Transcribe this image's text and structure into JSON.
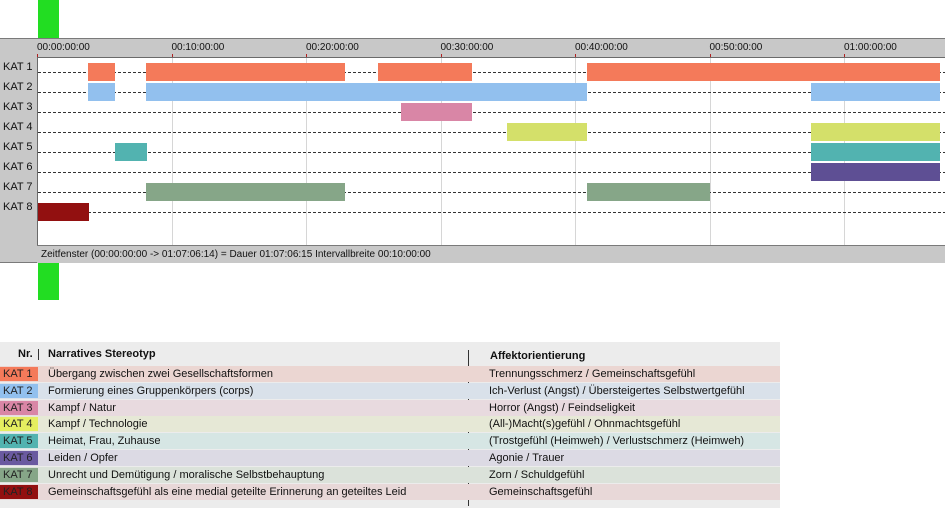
{
  "timeline": {
    "ticks": [
      "00:00:00:00",
      "00:10:00:00",
      "00:20:00:00",
      "00:30:00:00",
      "00:40:00:00",
      "00:50:00:00",
      "01:00:00:00"
    ],
    "categories": [
      "KAT 1",
      "KAT 2",
      "KAT 3",
      "KAT 4",
      "KAT 5",
      "KAT 6",
      "KAT 7",
      "KAT 8"
    ],
    "status_text": "Zeitfenster (00:00:00:00 -> 01:07:06:14) = Dauer 01:07:06:15    Intervallbreite 00:10:00:00",
    "bars": [
      {
        "cat": 0,
        "start": 3.7,
        "end": 5.7,
        "color": "#f47a5a"
      },
      {
        "cat": 0,
        "start": 8.0,
        "end": 22.8,
        "color": "#f47a5a"
      },
      {
        "cat": 0,
        "start": 25.3,
        "end": 32.3,
        "color": "#f47a5a"
      },
      {
        "cat": 0,
        "start": 40.8,
        "end": 67.1,
        "color": "#f47a5a"
      },
      {
        "cat": 1,
        "start": 3.7,
        "end": 5.7,
        "color": "#92c0ee"
      },
      {
        "cat": 1,
        "start": 8.0,
        "end": 40.8,
        "color": "#92c0ee"
      },
      {
        "cat": 1,
        "start": 57.5,
        "end": 67.1,
        "color": "#92c0ee"
      },
      {
        "cat": 2,
        "start": 27.0,
        "end": 32.3,
        "color": "#d986a6"
      },
      {
        "cat": 3,
        "start": 34.9,
        "end": 40.8,
        "color": "#d4e06a"
      },
      {
        "cat": 3,
        "start": 57.5,
        "end": 67.1,
        "color": "#d4e06a"
      },
      {
        "cat": 4,
        "start": 5.7,
        "end": 8.1,
        "color": "#52b3b0"
      },
      {
        "cat": 4,
        "start": 57.5,
        "end": 67.1,
        "color": "#52b3b0"
      },
      {
        "cat": 5,
        "start": 57.5,
        "end": 67.1,
        "color": "#5e4f94"
      },
      {
        "cat": 6,
        "start": 8.0,
        "end": 22.8,
        "color": "#86a688"
      },
      {
        "cat": 6,
        "start": 40.8,
        "end": 50.0,
        "color": "#86a688"
      },
      {
        "cat": 7,
        "start": 0.0,
        "end": 3.8,
        "color": "#921010"
      }
    ],
    "duration_minutes": 67.1
  },
  "legend": {
    "header_nr": "Nr.",
    "header_stereotyp": "Narratives Stereotyp",
    "header_affekt": "Affektorientierung",
    "rows": [
      {
        "tag": "KAT 1",
        "tag_color": "#f47a5a",
        "row_color": "#ebd6d2",
        "stereotyp": "Übergang zwischen zwei Gesellschaftsformen",
        "affekt": "Trennungsschmerz / Gemeinschaftsgefühl"
      },
      {
        "tag": "KAT 2",
        "tag_color": "#92c0ee",
        "row_color": "#d9e1ea",
        "stereotyp": "Formierung eines Gruppenkörpers (corps)",
        "affekt": "Ich-Verlust (Angst) / Übersteigertes Selbstwertgefühl"
      },
      {
        "tag": "KAT 3",
        "tag_color": "#d986a6",
        "row_color": "#e8dadf",
        "stereotyp": "Kampf / Natur",
        "affekt": "Horror (Angst) / Feindseligkeit"
      },
      {
        "tag": "KAT 4",
        "tag_color": "#e5ee60",
        "row_color": "#e6e8d6",
        "stereotyp": "Kampf / Technologie",
        "affekt": "(All-)Macht(s)gefühl / Ohnmachtsgefühl"
      },
      {
        "tag": "KAT 5",
        "tag_color": "#52b3b0",
        "row_color": "#d6e6e4",
        "stereotyp": "Heimat, Frau, Zuhause",
        "affekt": "(Trostgefühl (Heimweh) / Verlustschmerz (Heimweh)"
      },
      {
        "tag": "KAT 6",
        "tag_color": "#6a5aa0",
        "row_color": "#dcdae4",
        "stereotyp": "Leiden / Opfer",
        "affekt": "Agonie / Trauer"
      },
      {
        "tag": "KAT 7",
        "tag_color": "#86a688",
        "row_color": "#dbe2da",
        "stereotyp": "Unrecht und Demütigung / moralische Selbstbehauptung",
        "affekt": "Zorn / Schuldgefühl"
      },
      {
        "tag": "KAT 8",
        "tag_color": "#921010",
        "row_color": "#e8d8d8",
        "stereotyp": "Gemeinschaftsgefühl als eine medial geteilte Erinnerung an geteiltes Leid",
        "affekt": "Gemeinschaftsgefühl"
      }
    ]
  }
}
